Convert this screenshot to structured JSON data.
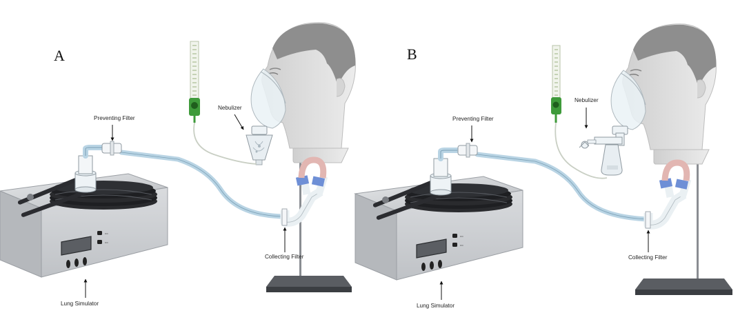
{
  "panels": [
    {
      "letter": "A",
      "labels": {
        "nebulizer": "Nebulizer",
        "preventing_filter": "Preventing Filter",
        "collecting_filter": "Collecting Filter",
        "lung_simulator": "Lung Simulator"
      }
    },
    {
      "letter": "B",
      "labels": {
        "nebulizer": "Nebulizer",
        "preventing_filter": "Preventing Filter",
        "collecting_filter": "Collecting Filter",
        "lung_simulator": "Lung Simulator"
      }
    }
  ],
  "colors": {
    "device_body": "#d4d6d9",
    "device_dark": "#3a3d42",
    "coil": "#1e1f22",
    "tube": "#b9d4e4",
    "flowmeter_green": "#3e9a3a",
    "skin": "#dedede",
    "hair": "#8e8e8e",
    "connector_blue": "#6e8fd6",
    "connector_pink": "#e2b6b2",
    "stand_base": "#4a4d52"
  }
}
